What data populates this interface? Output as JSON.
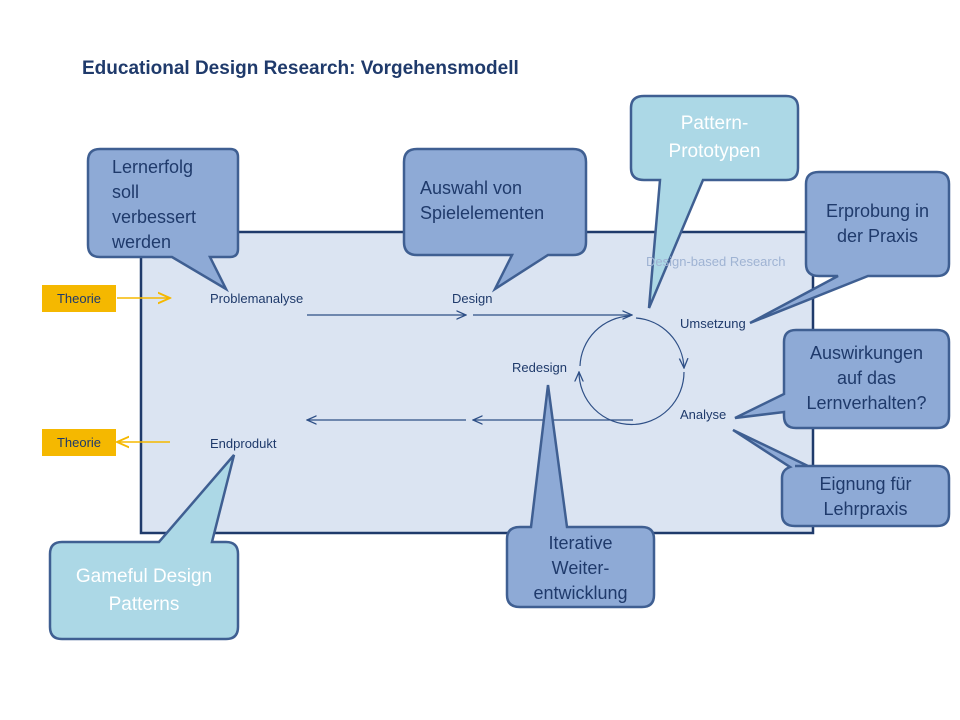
{
  "title": "Educational Design Research: Vorgehensmodell",
  "labels": {
    "design_based_research": "Design-based Research",
    "problemanalyse": "Problemanalyse",
    "design": "Design",
    "umsetzung": "Umsetzung",
    "redesign": "Redesign",
    "analyse": "Analyse",
    "endprodukt": "Endprodukt",
    "theorie_top": "Theorie",
    "theorie_bottom": "Theorie"
  },
  "callouts": {
    "lernerfolg": [
      "Lernerfolg",
      "soll",
      "verbessert",
      "werden"
    ],
    "auswahl": [
      "Auswahl von",
      "Spielelementen"
    ],
    "pattern": [
      "Pattern-",
      "Prototypen"
    ],
    "erprobung": [
      "Erprobung in",
      "der Praxis"
    ],
    "auswirkungen": [
      "Auswirkungen",
      "auf das",
      "Lernverhalten?"
    ],
    "eignung": [
      "Eignung für",
      "Lehrpraxis"
    ],
    "iterative": [
      "Iterative",
      "Weiter-",
      "entwicklung"
    ],
    "gameful": [
      "Gameful Design",
      "Patterns"
    ]
  },
  "colors": {
    "title": "#1f3a6b",
    "main_box_fill": "#dbe4f2",
    "main_box_border": "#1f3a6b",
    "callout_fill": "#8eaad6",
    "callout_light_fill": "#acd8e6",
    "callout_border": "#3f5f92",
    "theorie_fill": "#f5b800",
    "arrow": "#2e4f86",
    "theorie_arrow": "#f5b800"
  }
}
